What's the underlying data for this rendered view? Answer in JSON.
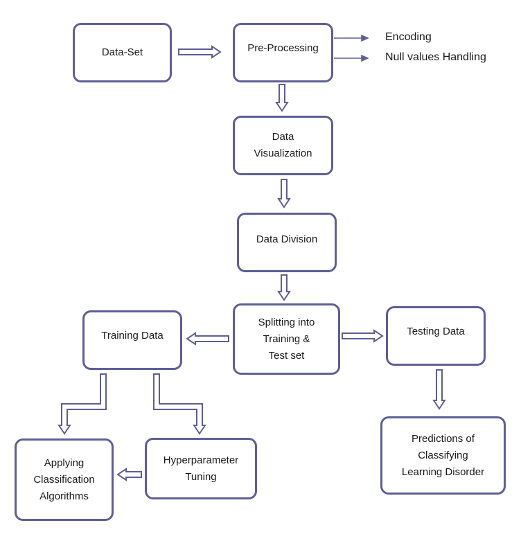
{
  "colors": {
    "border": "#5e5e96",
    "text": "#1a1a1a",
    "background": "#ffffff"
  },
  "nodes": {
    "dataset": {
      "label": "Data-Set"
    },
    "preprocessing": {
      "label": "Pre-Processing"
    },
    "visualization": {
      "lines": [
        "Data",
        "Visualization"
      ]
    },
    "division": {
      "label": "Data Division"
    },
    "splitting": {
      "lines": [
        "Splitting into",
        "Training &",
        "Test set"
      ]
    },
    "training": {
      "label": "Training Data"
    },
    "testing": {
      "label": "Testing Data"
    },
    "applying": {
      "lines": [
        "Applying",
        "Classification",
        "Algorithms"
      ]
    },
    "hyperparameter": {
      "lines": [
        "Hyperparameter",
        "Tuning"
      ]
    },
    "predictions": {
      "lines": [
        "Predictions of",
        "Classifying",
        "Learning Disorder"
      ]
    }
  },
  "preprocessing_steps": [
    "Encoding",
    "Null values Handling"
  ]
}
